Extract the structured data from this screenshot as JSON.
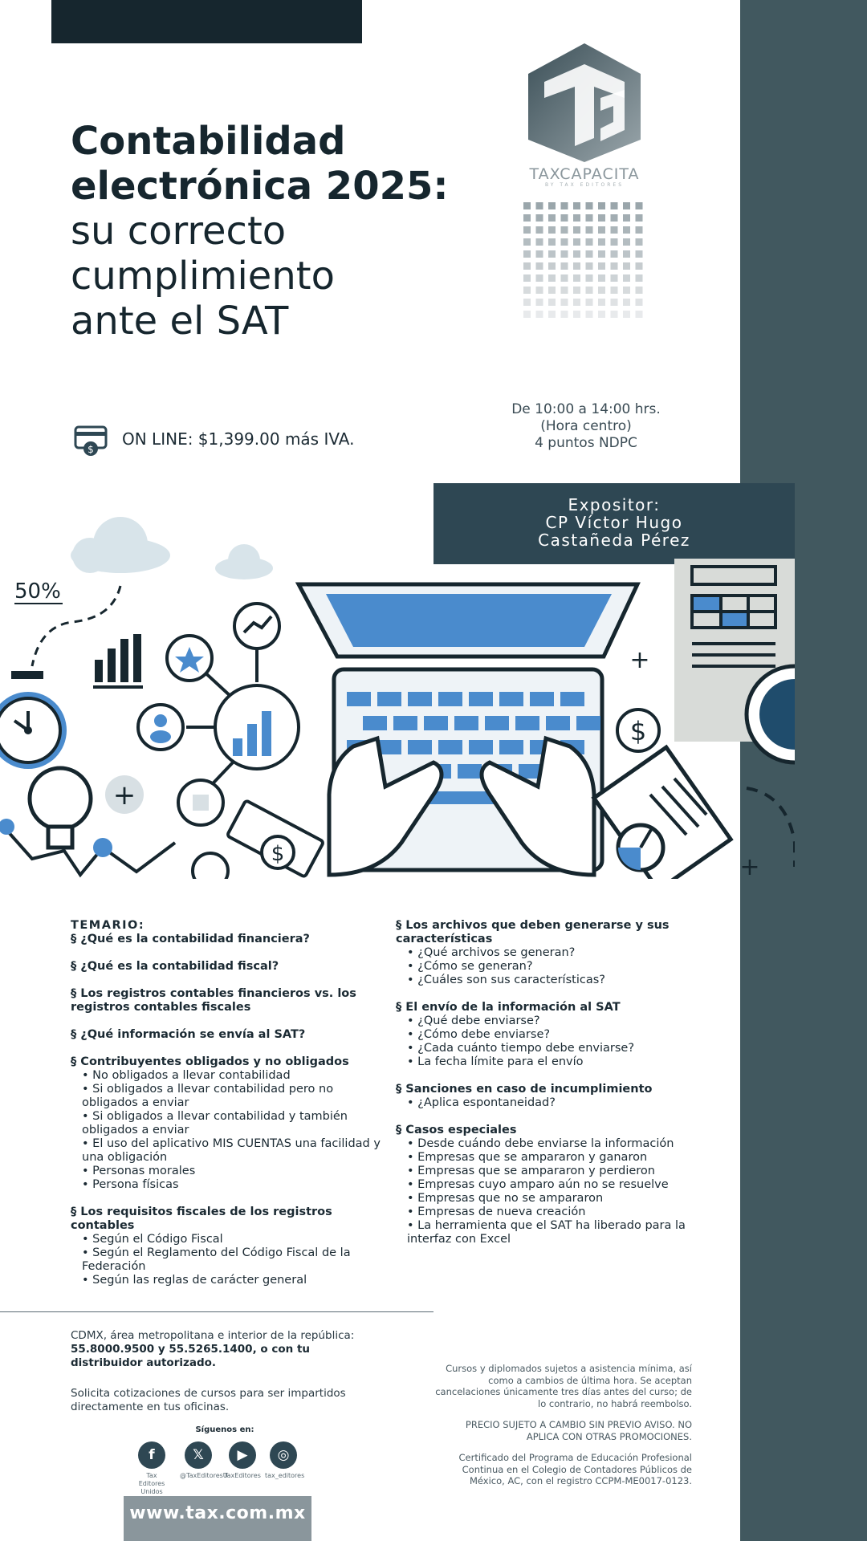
{
  "colors": {
    "dark": "#16262e",
    "slate": "#41585f",
    "banner": "#2e4753",
    "accent_blue": "#4a8bcd",
    "gray": "#8a969c"
  },
  "title": {
    "line1": "Contabilidad",
    "line2": "electrónica 2025:",
    "line3": "su correcto",
    "line4": "cumplimiento",
    "line5": "ante el SAT"
  },
  "logo": {
    "brand": "TAXCAPACITA",
    "tagline": "BY TAX EDITORES",
    "icon": "tc-monogram-icon"
  },
  "schedule": {
    "time": "De 10:00 a 14:00 hrs.",
    "zone": "(Hora centro)",
    "points": "4 puntos NDPC"
  },
  "price": {
    "text": "ON LINE: $1,399.00 más IVA.",
    "icon": "payment-card-icon"
  },
  "speaker": {
    "label": "Expositor:",
    "name1": "CP Víctor Hugo",
    "name2": "Castañeda Pérez"
  },
  "illustration": {
    "percent": "50%",
    "dollar": "$"
  },
  "temario": {
    "heading": "TEMARIO:",
    "left": [
      {
        "s": "§ ¿Qué es la contabilidad financiera?"
      },
      {
        "s": "§ ¿Qué es la contabilidad fiscal?"
      },
      {
        "s": "§ Los registros contables financieros vs. los registros contables fiscales"
      },
      {
        "s": "§ ¿Qué información se envía al SAT?"
      },
      {
        "s": "§ Contribuyentes obligados y no obligados"
      },
      {
        "i": "• No obligados a llevar contabilidad"
      },
      {
        "i": "• Si obligados a llevar contabilidad pero no obligados a enviar"
      },
      {
        "i": "• Si obligados a llevar contabilidad y también obligados a enviar"
      },
      {
        "i": "• El uso del aplicativo MIS CUENTAS una facilidad y una obligación"
      },
      {
        "i": "• Personas morales"
      },
      {
        "i": "• Persona físicas"
      },
      {
        "s": "§ Los requisitos fiscales de los registros contables"
      },
      {
        "i": "• Según el Código Fiscal"
      },
      {
        "i": "• Según el Reglamento del Código Fiscal de la Federación"
      },
      {
        "i": "• Según las reglas de carácter general"
      }
    ],
    "right": [
      {
        "s": "§ Los archivos que deben generarse y sus características"
      },
      {
        "i": "• ¿Qué archivos se generan?"
      },
      {
        "i": "• ¿Cómo se generan?"
      },
      {
        "i": "• ¿Cuáles son sus características?"
      },
      {
        "s": "§ El envío de la información al SAT"
      },
      {
        "i": "• ¿Qué debe enviarse?"
      },
      {
        "i": "• ¿Cómo debe enviarse?"
      },
      {
        "i": "• ¿Cada cuánto tiempo debe enviarse?"
      },
      {
        "i": "• La fecha límite para el envío"
      },
      {
        "s": "§ Sanciones en caso de incumplimiento"
      },
      {
        "i": "• ¿Aplica espontaneidad?"
      },
      {
        "s": "§ Casos especiales"
      },
      {
        "i": "• Desde cuándo debe enviarse la información"
      },
      {
        "i": "• Empresas que se ampararon y ganaron"
      },
      {
        "i": "• Empresas que se ampararon y perdieron"
      },
      {
        "i": "• Empresas cuyo amparo aún no se resuelve"
      },
      {
        "i": "• Empresas que no se ampararon"
      },
      {
        "i": "• Empresas de nueva creación"
      },
      {
        "i": "• La herramienta que el SAT ha liberado para la interfaz con Excel"
      }
    ]
  },
  "contact": {
    "line1": "CDMX, área metropolitana e interior de la república:",
    "phones": "55.8000.9500 y 55.5265.1400, o con tu distribuidor autorizado.",
    "quote": "Solicita cotizaciones de cursos para ser impartidos directamente en tus oficinas."
  },
  "social": {
    "heading": "Síguenos en:",
    "items": [
      {
        "icon": "facebook-icon",
        "glyph": "f",
        "label": "Tax Editores Unidos"
      },
      {
        "icon": "x-icon",
        "glyph": "𝕏",
        "label": "@TaxEditoresU"
      },
      {
        "icon": "youtube-icon",
        "glyph": "▶",
        "label": "TaxEditores"
      },
      {
        "icon": "instagram-icon",
        "glyph": "◎",
        "label": "tax_editores"
      }
    ]
  },
  "website": "www.tax.com.mx",
  "terms": {
    "p1": "Cursos y diplomados sujetos a asistencia mínima, así como a cambios de última hora. Se aceptan cancelaciones únicamente tres días antes del curso; de lo contrario, no habrá reembolso.",
    "p2": "PRECIO SUJETO A CAMBIO SIN PREVIO AVISO. NO APLICA CON OTRAS PROMOCIONES.",
    "p3": "Certificado del Programa de Educación Profesional Continua en el Colegio de Contadores Públicos de México, AC, con el registro CCPM-ME0017-0123."
  }
}
